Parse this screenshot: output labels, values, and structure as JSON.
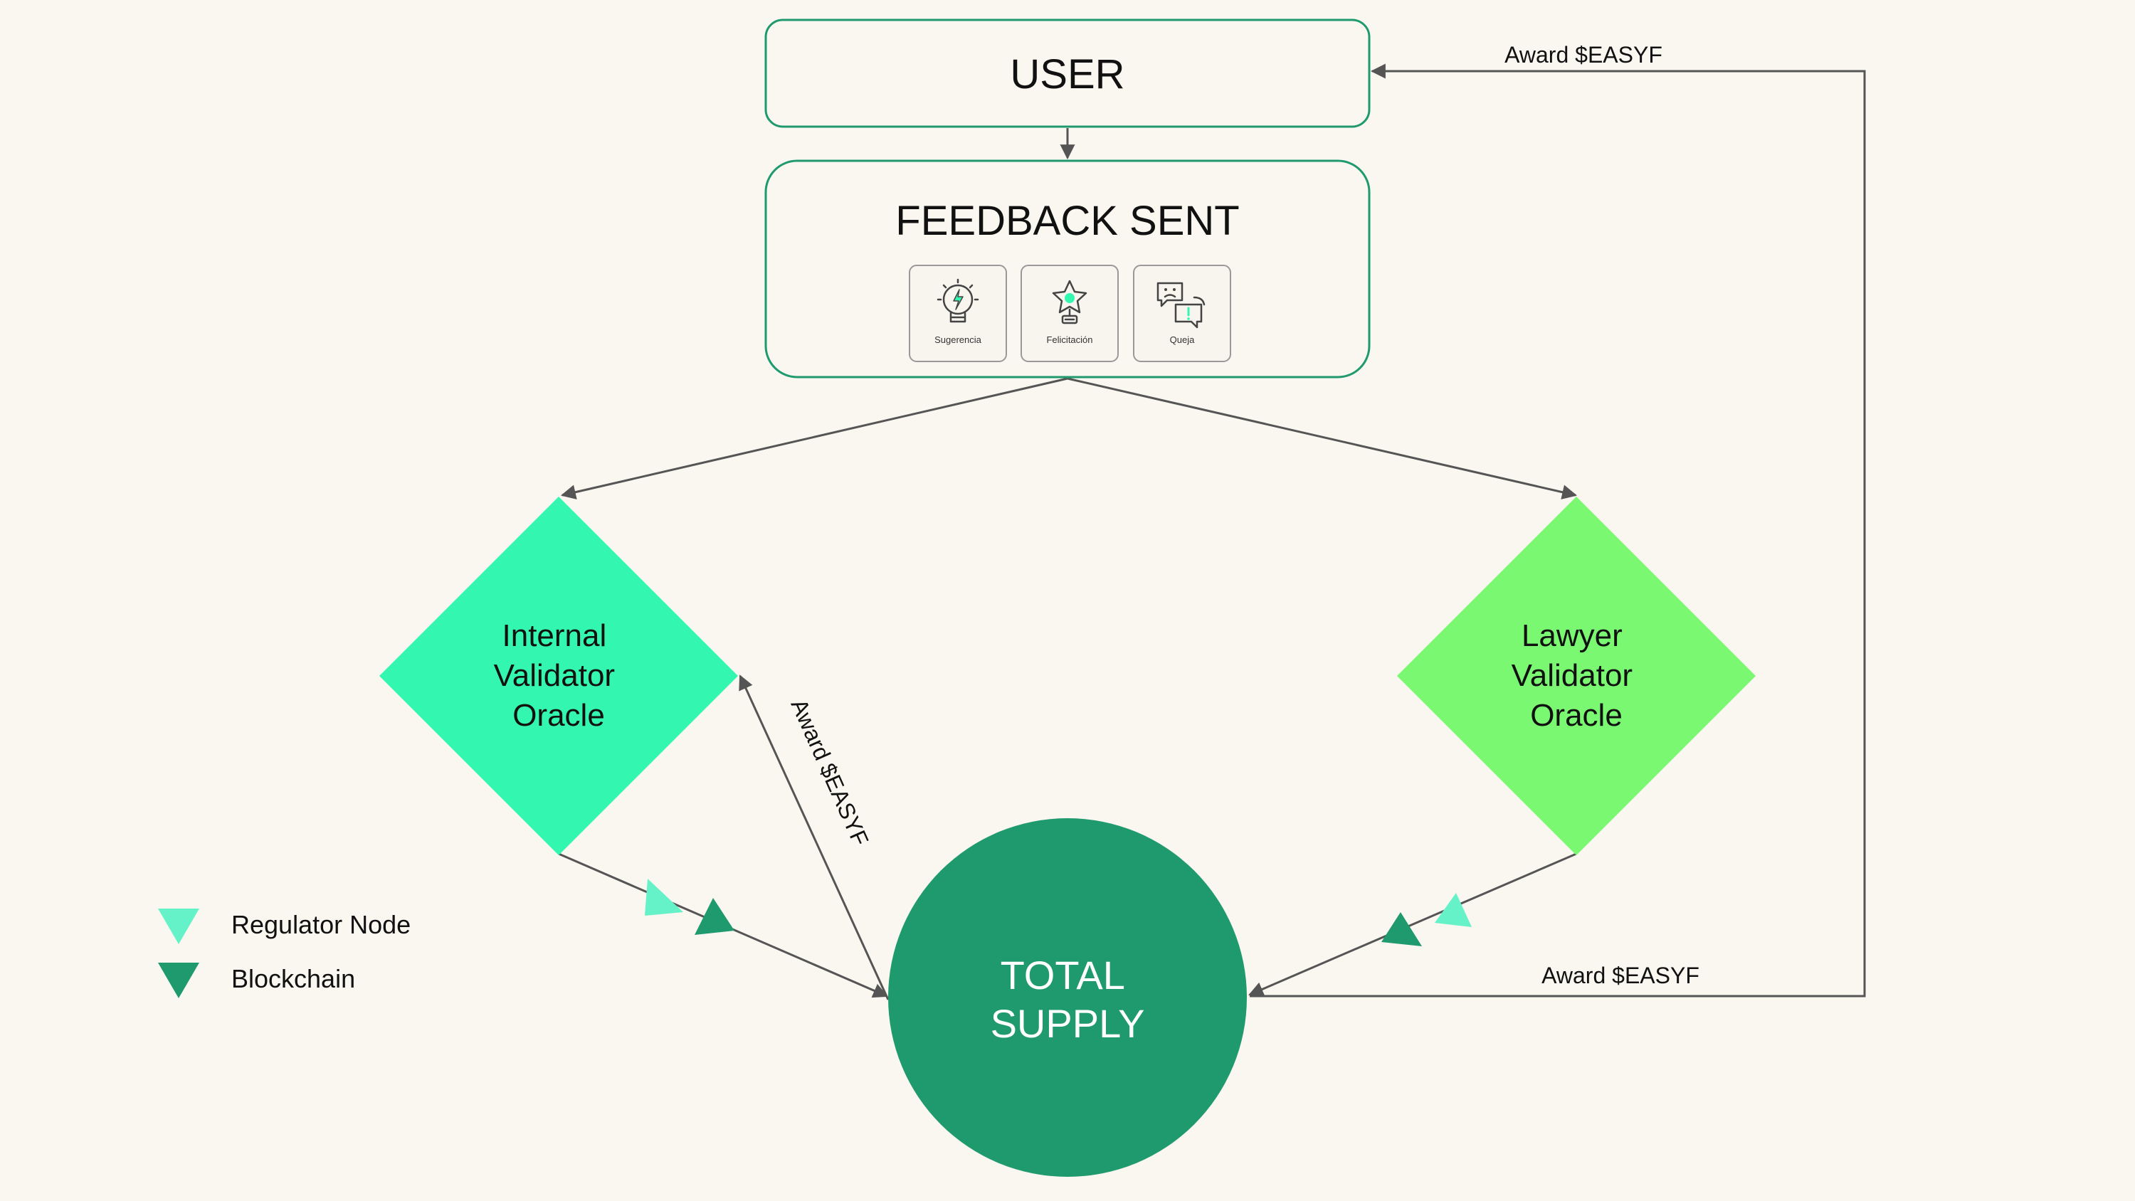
{
  "nodes": {
    "user": {
      "label": "USER"
    },
    "feedback": {
      "label": "FEEDBACK SENT",
      "options": [
        {
          "label": "Sugerencia",
          "icon": "lightbulb-icon"
        },
        {
          "label": "Felicitación",
          "icon": "star-trophy-icon"
        },
        {
          "label": "Queja",
          "icon": "complaint-chat-icon"
        }
      ]
    },
    "internal_oracle": {
      "lines": [
        "Internal",
        "Validator",
        "Oracle"
      ]
    },
    "lawyer_oracle": {
      "lines": [
        "Lawyer",
        "Validator",
        "Oracle"
      ]
    },
    "total_supply": {
      "lines": [
        "TOTAL",
        "SUPPLY"
      ]
    }
  },
  "edges": {
    "award_to_user_top": "Award $EASYF",
    "award_from_supply": "Award $EASYF",
    "award_to_internal": "Award $EASYF"
  },
  "legend": [
    {
      "label": "Regulator Node",
      "color": "#66f2c8"
    },
    {
      "label": "Blockchain",
      "color": "#1f9a6e"
    }
  ],
  "colors": {
    "background": "#f9f7f0",
    "box_border": "#1f9a6e",
    "internal_oracle": "#33f7b0",
    "lawyer_oracle": "#7bf872",
    "total_supply": "#1f9a6e",
    "regulator_node": "#66f2c8",
    "blockchain": "#1f9a6e"
  }
}
